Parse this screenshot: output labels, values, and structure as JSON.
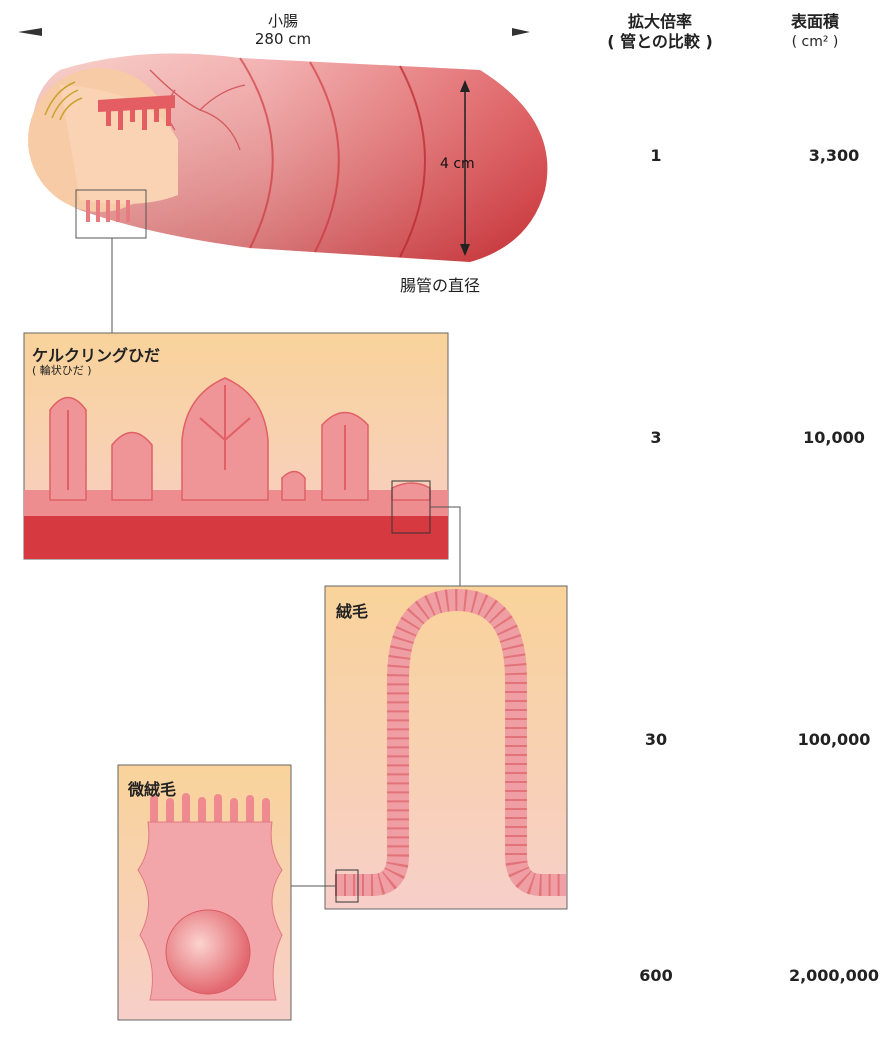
{
  "tube": {
    "title": "小腸",
    "length": "280 cm",
    "diameter_value": "4 cm",
    "diameter_label": "腸管の直径"
  },
  "columns": {
    "magnification": {
      "line1": "拡大倍率",
      "line2": "( 管との比較 )"
    },
    "surface_area": {
      "line1": "表面積",
      "line2": "( cm² )"
    }
  },
  "rows": [
    {
      "magnification": "1",
      "surface_area": "3,300"
    },
    {
      "magnification": "3",
      "surface_area": "10,000"
    },
    {
      "magnification": "30",
      "surface_area": "100,000"
    },
    {
      "magnification": "600",
      "surface_area": "2,000,000"
    }
  ],
  "panels": {
    "kerckring": {
      "title": "ケルクリングひだ",
      "subtitle": "( 輪状ひだ )"
    },
    "villus": {
      "title": "絨毛"
    },
    "microvillus": {
      "title": "微絨毛"
    }
  },
  "colors": {
    "panel_top": "#f9d39a",
    "panel_bottom": "#f7cfc9",
    "tissue_pink": "#ef8f94",
    "tissue_red": "#d8343a"
  }
}
